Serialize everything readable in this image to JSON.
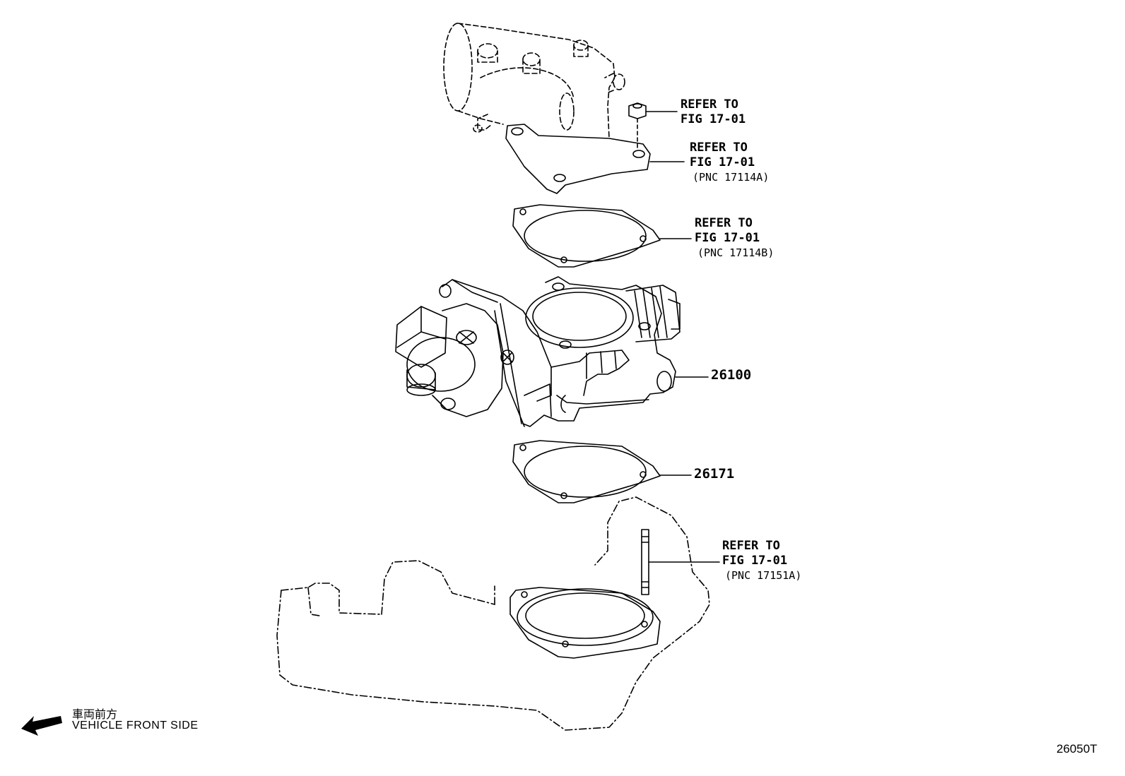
{
  "callouts": {
    "nut": {
      "line1": "REFER TO",
      "line2": "FIG 17-01"
    },
    "water_outlet": {
      "line1": "REFER TO",
      "line2": "FIG 17-01",
      "pnc": "(PNC 17114A)"
    },
    "upper_gasket": {
      "line1": "REFER TO",
      "line2": "FIG 17-01",
      "pnc": "(PNC 17114B)"
    },
    "stud": {
      "line1": "REFER TO",
      "line2": "FIG 17-01",
      "pnc": "(PNC 17151A)"
    }
  },
  "part_numbers": {
    "throttle_body": "26100",
    "gasket": "26171"
  },
  "front_indicator": {
    "japanese": "車両前方",
    "english": "VEHICLE FRONT SIDE"
  },
  "figure_code": "26050T"
}
